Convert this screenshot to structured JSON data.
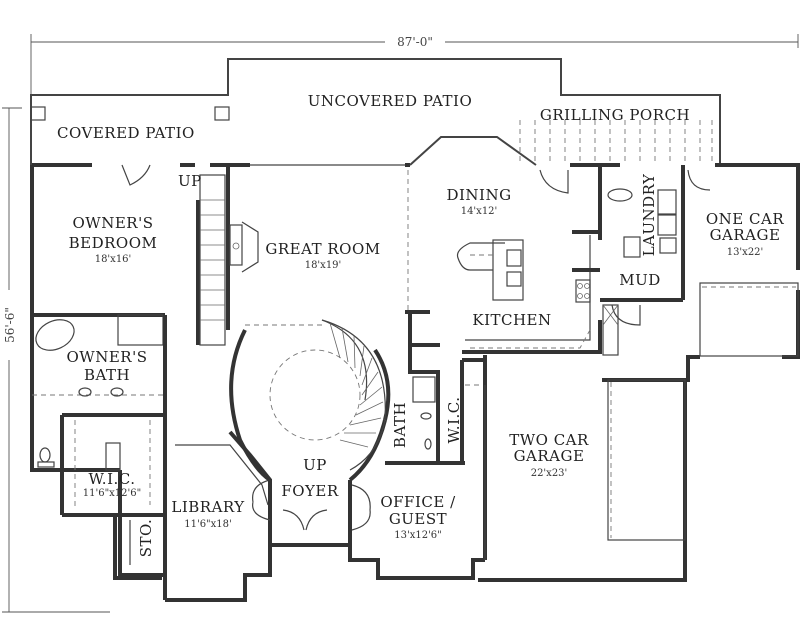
{
  "plan": {
    "overall_width": "87'-0\"",
    "overall_depth": "56'-6\""
  },
  "rooms": {
    "covered_patio": {
      "label": "COVERED PATIO"
    },
    "uncovered_patio": {
      "label": "UNCOVERED PATIO"
    },
    "grilling_porch": {
      "label": "GRILLING PORCH"
    },
    "owners_bedroom": {
      "label_line1": "OWNER'S",
      "label_line2": "BEDROOM",
      "size": "18'x16'"
    },
    "great_room": {
      "label": "GREAT ROOM",
      "size": "18'x19'"
    },
    "dining": {
      "label": "DINING",
      "size": "14'x12'"
    },
    "kitchen": {
      "label": "KITCHEN"
    },
    "laundry": {
      "label": "LAUNDRY"
    },
    "mud": {
      "label": "MUD"
    },
    "one_car_garage": {
      "label_line1": "ONE CAR",
      "label_line2": "GARAGE",
      "size": "13'x22'"
    },
    "owners_bath": {
      "label_line1": "OWNER'S",
      "label_line2": "BATH"
    },
    "owners_wic": {
      "label": "W.I.C.",
      "size": "11'6\"x12'6\""
    },
    "library": {
      "label": "LIBRARY",
      "size": "11'6\"x18'"
    },
    "storage": {
      "label": "STO."
    },
    "foyer": {
      "label": "FOYER",
      "stair_up": "UP"
    },
    "bath": {
      "label": "BATH"
    },
    "wic": {
      "label": "W.I.C."
    },
    "office_guest": {
      "label_line1": "OFFICE /",
      "label_line2": "GUEST",
      "size": "13'x12'6\""
    },
    "two_car_garage": {
      "label_line1": "TWO CAR",
      "label_line2": "GARAGE",
      "size": "22'x23'"
    },
    "rear_stair": {
      "label": "UP"
    }
  }
}
